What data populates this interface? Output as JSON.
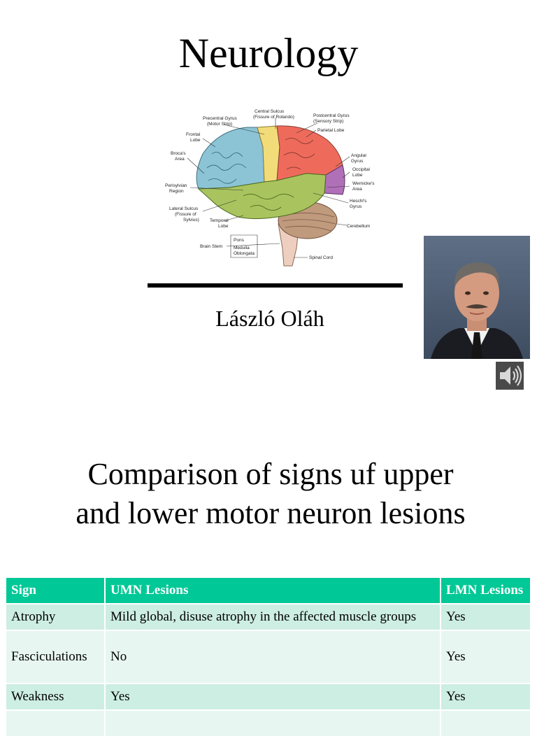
{
  "slide1": {
    "title": "Neurology",
    "author": "László Oláh",
    "brain_labels": [
      "Precentral Gyrus",
      "(Motor Strip)",
      "Central Sulcus",
      "(Fissure of Rolando)",
      "Postcentral Gyrus",
      "(Sensory Strip)",
      "Parietal Lobe",
      "Frontal",
      "Lobe",
      "Broca's",
      "Area",
      "Angular",
      "Gyrus",
      "Occipital",
      "Lobe",
      "Perisylvian",
      "Region",
      "Wernicke's",
      "Area",
      "Heschl's",
      "Gyrus",
      "Lateral Sulcus",
      "(Fissure of",
      "Sylvius)",
      "Temporal",
      "Lobe",
      "Cerebellum",
      "Pons",
      "Brain Stem",
      "Medulla",
      "Oblongata",
      "Spinal Cord"
    ],
    "icons": {
      "speaker": "speaker-icon"
    },
    "colors": {
      "frontal": "#8cc4d6",
      "precentral": "#f2dc7a",
      "parietal": "#ee6b5c",
      "occipital": "#b070b8",
      "temporal": "#a9c45e",
      "cerebellum": "#c09a7c",
      "stem": "#eecfbf"
    }
  },
  "slide2": {
    "heading_line1": "Comparison of signs uf upper",
    "heading_line2": "and lower motor neuron lesions",
    "table": {
      "headers": [
        "Sign",
        "UMN Lesions",
        "LMN Lesions"
      ],
      "rows": [
        [
          "Atrophy",
          "Mild global, disuse atrophy in the affected muscle groups",
          "Yes"
        ],
        [
          "Fasciculations",
          "No",
          "Yes"
        ],
        [
          "Weakness",
          "Yes",
          "Yes"
        ],
        [
          "",
          "",
          ""
        ]
      ]
    },
    "colors": {
      "header": "#00c896",
      "row_odd": "#cdeee2",
      "row_even": "#e7f6f0"
    }
  }
}
